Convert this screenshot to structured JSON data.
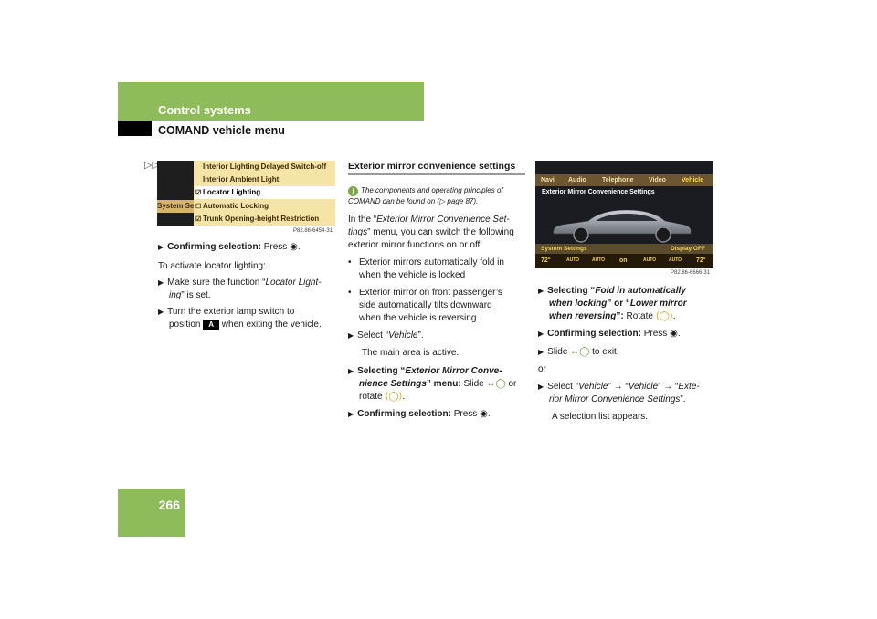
{
  "header": {
    "title": "Control systems",
    "subtitle": "COMAND vehicle menu",
    "page_number": "266"
  },
  "continuation_mark": "▷▷",
  "fig1": {
    "left_label": "System Set",
    "rows": [
      {
        "check": "",
        "label": "Interior Lighting Delayed Switch-off"
      },
      {
        "check": "",
        "label": "Interior Ambient Light"
      },
      {
        "check": "☑",
        "label": "Locator Lighting"
      },
      {
        "check": "☐",
        "label": "Automatic Locking"
      },
      {
        "check": "☑",
        "label": "Trunk Opening-height Restriction"
      }
    ],
    "code": "P82.86-6454-31"
  },
  "col1": {
    "confirm_bold": "Confirming selection:",
    "confirm_rest": " Press ",
    "intro": "To activate locator lighting:",
    "step1_a": "Make sure the function “",
    "step1_i1": "Locator Light-",
    "step1_i2": "ing",
    "step1_b": "” is set.",
    "step2_l1": "Turn the exterior lamp switch to",
    "step2_pos": "position ",
    "step2_icon": "A",
    "step2_end": " when exiting the vehicle."
  },
  "col2": {
    "section_title": "Exterior mirror convenience settings",
    "info_icon": "i",
    "info_l1": "The components and operating principles of",
    "info_l2": "COMAND can be found on (▷ page 87).",
    "intro_l1_a": "In the “",
    "intro_l1_i": "Exterior Mirror Convenience Set-",
    "intro_l2_i": "tings",
    "intro_l2_b": "” menu, you can switch the following",
    "intro_l3": "exterior mirror functions on or off:",
    "bullet1_l1": "Exterior mirrors automatically fold in",
    "bullet1_l2": "when the vehicle is locked",
    "bullet2_l1": "Exterior mirror on front passenger’s",
    "bullet2_l2": "side automatically tilts downward",
    "bullet2_l3": "when the vehicle is reversing",
    "select_a": "Select “",
    "select_i": "Vehicle",
    "select_b": "”.",
    "main_active": "The main area is active.",
    "sel_menu_b1": "Selecting “",
    "sel_menu_i1": "Exterior Mirror Conve-",
    "sel_menu_i2": "nience Settings",
    "sel_menu_b2": "” menu:",
    "sel_menu_rest": " Slide ",
    "sel_menu_or": " or",
    "rotate": "rotate ",
    "confirm_bold": "Confirming selection:",
    "confirm_rest": " Press "
  },
  "fig2": {
    "nav": [
      "Navi",
      "Audio",
      "Telephone",
      "Video",
      "Vehicle"
    ],
    "title": "Exterior Mirror Convenience Settings",
    "bottom_left": "System Settings",
    "bottom_right": "Display OFF",
    "climate": [
      "72°",
      "AUTO",
      "AUTO",
      "on",
      "AUTO",
      "AUTO",
      "72°"
    ],
    "code": "P82.86-6666-31"
  },
  "col3": {
    "sel_fold_b1": "Selecting “",
    "sel_fold_i1": "Fold in automatically",
    "sel_fold_i2": "when locking",
    "sel_fold_b2": "” or “",
    "sel_fold_i3": "Lower mirror",
    "sel_fold_i4": "when reversing",
    "sel_fold_b3": "”:",
    "sel_fold_rest": " Rotate ",
    "confirm_bold": "Confirming selection:",
    "confirm_rest": " Press ",
    "slide_a": "Slide ",
    "slide_b": " to exit.",
    "or": "or",
    "sel2_a": "Select “",
    "sel2_i1": "Vehicle",
    "sel2_arrow1": "” → “",
    "sel2_i2": "Vehicle",
    "sel2_arrow2": "” → “",
    "sel2_i3": "Exte-",
    "sel2_i4": "rior Mirror Convenience Settings",
    "sel2_end": "”.",
    "list_appears": "A selection list appears."
  }
}
